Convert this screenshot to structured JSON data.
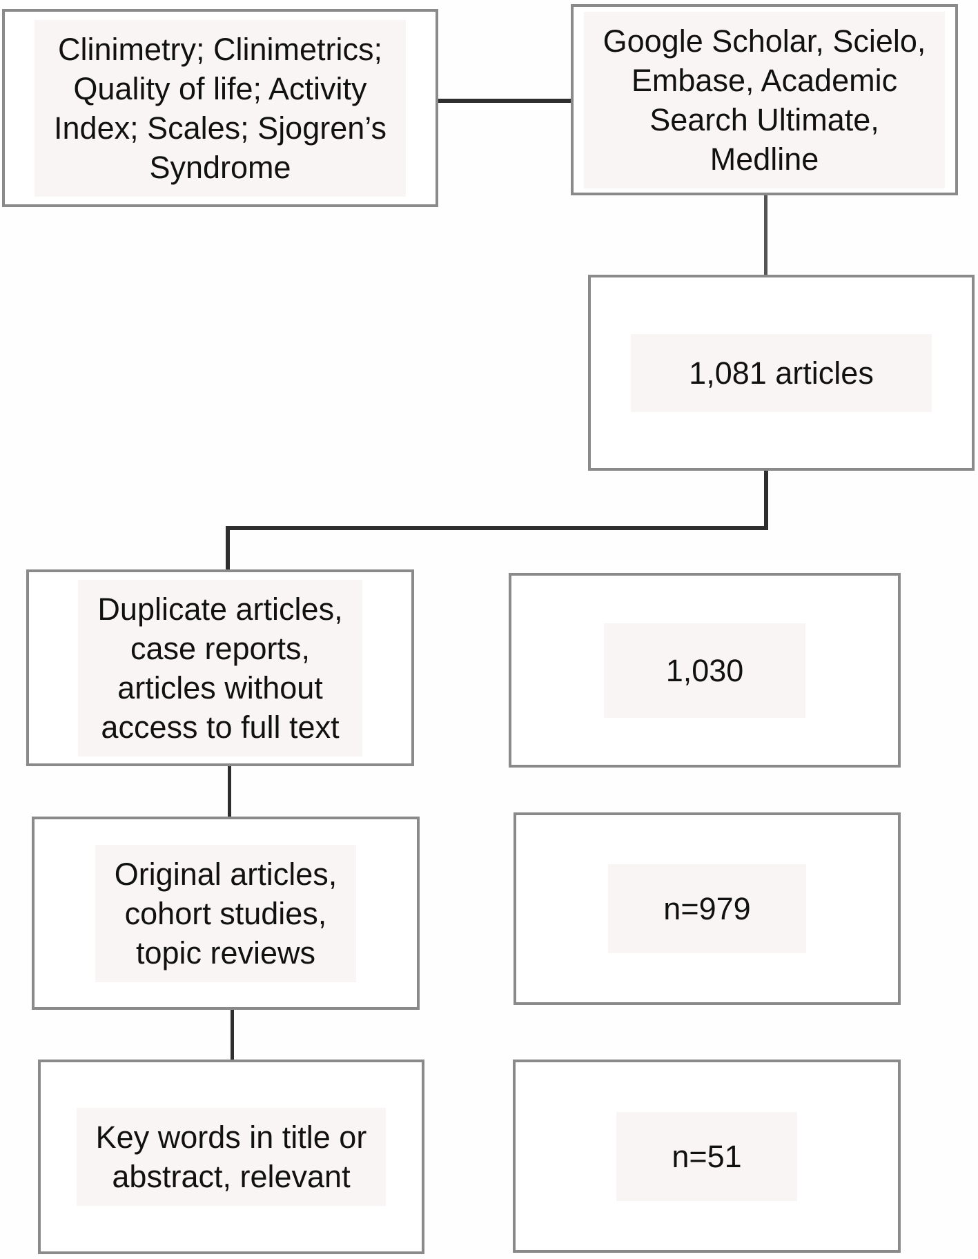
{
  "figure": {
    "type": "flow-diagram",
    "description": "Article selection flowchart for a systematic review",
    "nodes": {
      "search_keywords": {
        "lines": [
          "Clinimetry; Clinimetrics;",
          "Quality of life; Activity",
          "Index; Scales; Sjogren’s",
          "Syndrome"
        ]
      },
      "databases": {
        "lines": [
          "Google Scholar, Scielo,",
          "Embase, Academic",
          "Search Ultimate,",
          "Medline"
        ]
      },
      "initial_results": {
        "label": "1,081 articles"
      },
      "exclusion_criteria": {
        "lines": [
          "Duplicate articles,",
          "case reports,",
          "articles without",
          "access to full text"
        ]
      },
      "excluded_count": {
        "label": "1,030"
      },
      "included_types": {
        "lines": [
          "Original articles,",
          "cohort studies,",
          "topic reviews"
        ]
      },
      "included_count": {
        "label": "n=979"
      },
      "final_criteria": {
        "lines": [
          "Key words in title or",
          "abstract, relevant"
        ]
      },
      "final_count": {
        "label": "n=51"
      }
    },
    "colors": {
      "box_border": "#8a8a8a",
      "connector_dark": "#2e2e2e",
      "connector_mid": "#555555",
      "text": "#111111",
      "text_highlight": "#faf5f5",
      "background": "#fefefe"
    }
  }
}
